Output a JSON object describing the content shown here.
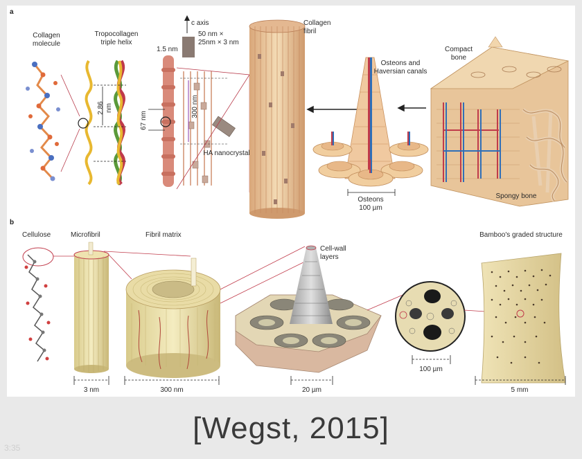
{
  "panel_a": {
    "letter": "a",
    "collagen_molecule": "Collagen molecule",
    "tropocollagen": "Tropocollagen triple helix",
    "c_axis": "c axis",
    "dims": "50 nm × 25nm × 3 nm",
    "d15": "1.5 nm",
    "d286": "2.86 nm",
    "d300": "300 nm",
    "d67": "67 nm",
    "ha": "HA nanocrystal",
    "collagen_fibril": "Collagen fibril",
    "osteons_haversian": "Osteons and Haversian canals",
    "compact_bone": "Compact bone",
    "osteons": "Osteons",
    "osteons_size": "100 µm",
    "spongy_bone": "Spongy bone"
  },
  "panel_b": {
    "letter": "b",
    "cellulose": "Cellulose",
    "microfibril": "Microfibril",
    "fibril_matrix": "Fibril matrix",
    "cell_wall": "Cell-wall layers",
    "bamboo": "Bamboo's graded structure",
    "s3nm": "3 nm",
    "s300nm": "300 nm",
    "s20um": "20 µm",
    "s100um": "100 µm",
    "s5mm": "5 mm"
  },
  "citation": "[Wegst, 2015]",
  "timestamp": "3:35",
  "colors": {
    "fibril": "#f0d4a8",
    "bone": "#e8c59a",
    "bamboo": "#e2d29a",
    "accent_red": "#c0303a",
    "accent_blue": "#2f6fb8"
  }
}
